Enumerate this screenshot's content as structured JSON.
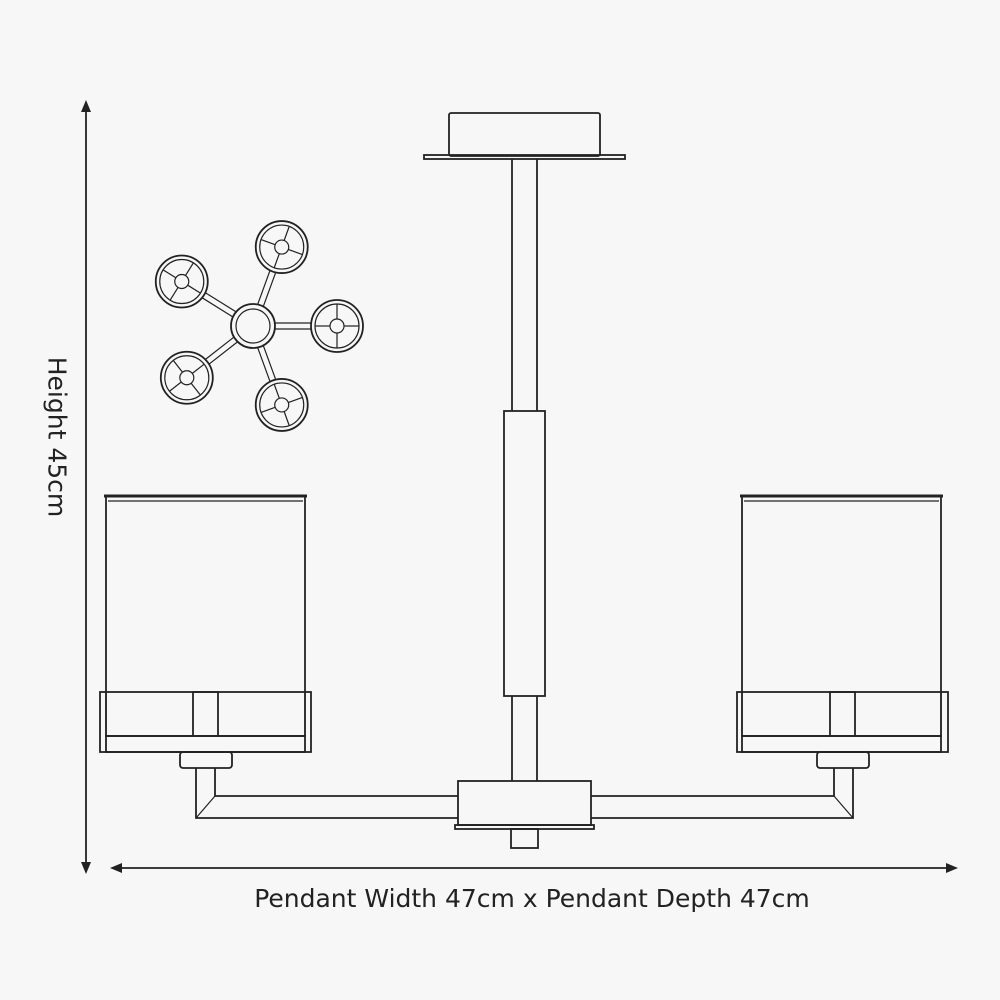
{
  "dimensions": {
    "height_label": "Height 45cm",
    "width_label": "Pendant Width 47cm x Pendant Depth 47cm"
  },
  "colors": {
    "line": "#222222",
    "background": "#f7f7f7"
  },
  "icons": {
    "width_arrow": "double-headed-horizontal-arrow",
    "height_arrow": "double-headed-vertical-arrow"
  }
}
